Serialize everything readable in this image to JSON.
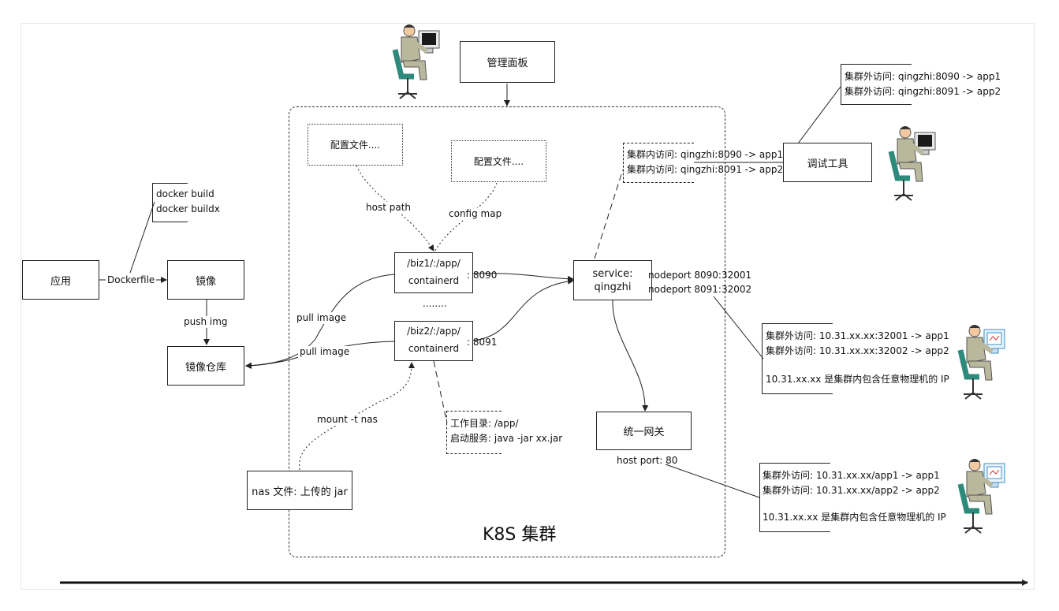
{
  "boxes": {
    "app": "应用",
    "image": "镜像",
    "registry": "镜像仓库",
    "dashboard": "管理面板",
    "debug_tool": "调试工具",
    "gateway": "统一网关",
    "nas": "nas 文件: 上传的 jar",
    "service_line1": "service:",
    "service_line2": "qingzhi",
    "config_file_1": "配置文件....",
    "config_file_2": "配置文件....",
    "biz1_path": "/biz1/:/app/",
    "biz1_runtime": "containerd",
    "biz2_path": "/biz2/:/app/",
    "biz2_runtime": "containerd",
    "ellipsis": "........"
  },
  "labels": {
    "dockerfile": "Dockerfile",
    "push_img": "push img",
    "pull_image_1": "pull image",
    "pull_image_2": "pull image",
    "host_path": "host path",
    "config_map": "config map",
    "mount_nas": "mount -t nas",
    "port_8090": ": 8090",
    "port_8091": ": 8091",
    "nodeport_1": "nodeport  8090:32001",
    "nodeport_2": "nodeport  8091:32002",
    "host_port": "host port: 80",
    "cluster_title": "K8S 集群"
  },
  "notes": {
    "docker": [
      "docker build",
      "docker buildx"
    ],
    "external_debug": [
      "集群外访问: qingzhi:8090 -> app1",
      "集群外访问: qingzhi:8091 -> app2"
    ],
    "internal": [
      "集群内访问: qingzhi:8090 -> app1",
      "集群内访问: qingzhi:8091 -> app2"
    ],
    "nodeport_access": [
      "集群外访问:  10.31.xx.xx:32001 -> app1",
      "集群外访问:  10.31.xx.xx:32002 -> app2"
    ],
    "nodeport_ip": "10.31.xx.xx 是集群内包含任意物理机的 IP",
    "workdir": [
      "工作目录: /app/",
      "启动服务: java -jar xx.jar"
    ],
    "gateway_access": [
      "集群外访问:  10.31.xx.xx/app1 -> app1",
      "集群外访问:  10.31.xx.xx/app2 -> app2"
    ],
    "gateway_ip": "10.31.xx.xx 是集群内包含任意物理机的 IP"
  },
  "icons": [
    "person-at-computer-icon",
    "arrow-icon"
  ],
  "colors": {
    "stroke": "#222222",
    "monitor_screen": "#1a1a1a",
    "chair": "#2e8a7a",
    "skin": "#f2c8a0",
    "suit": "#b9b79c"
  }
}
